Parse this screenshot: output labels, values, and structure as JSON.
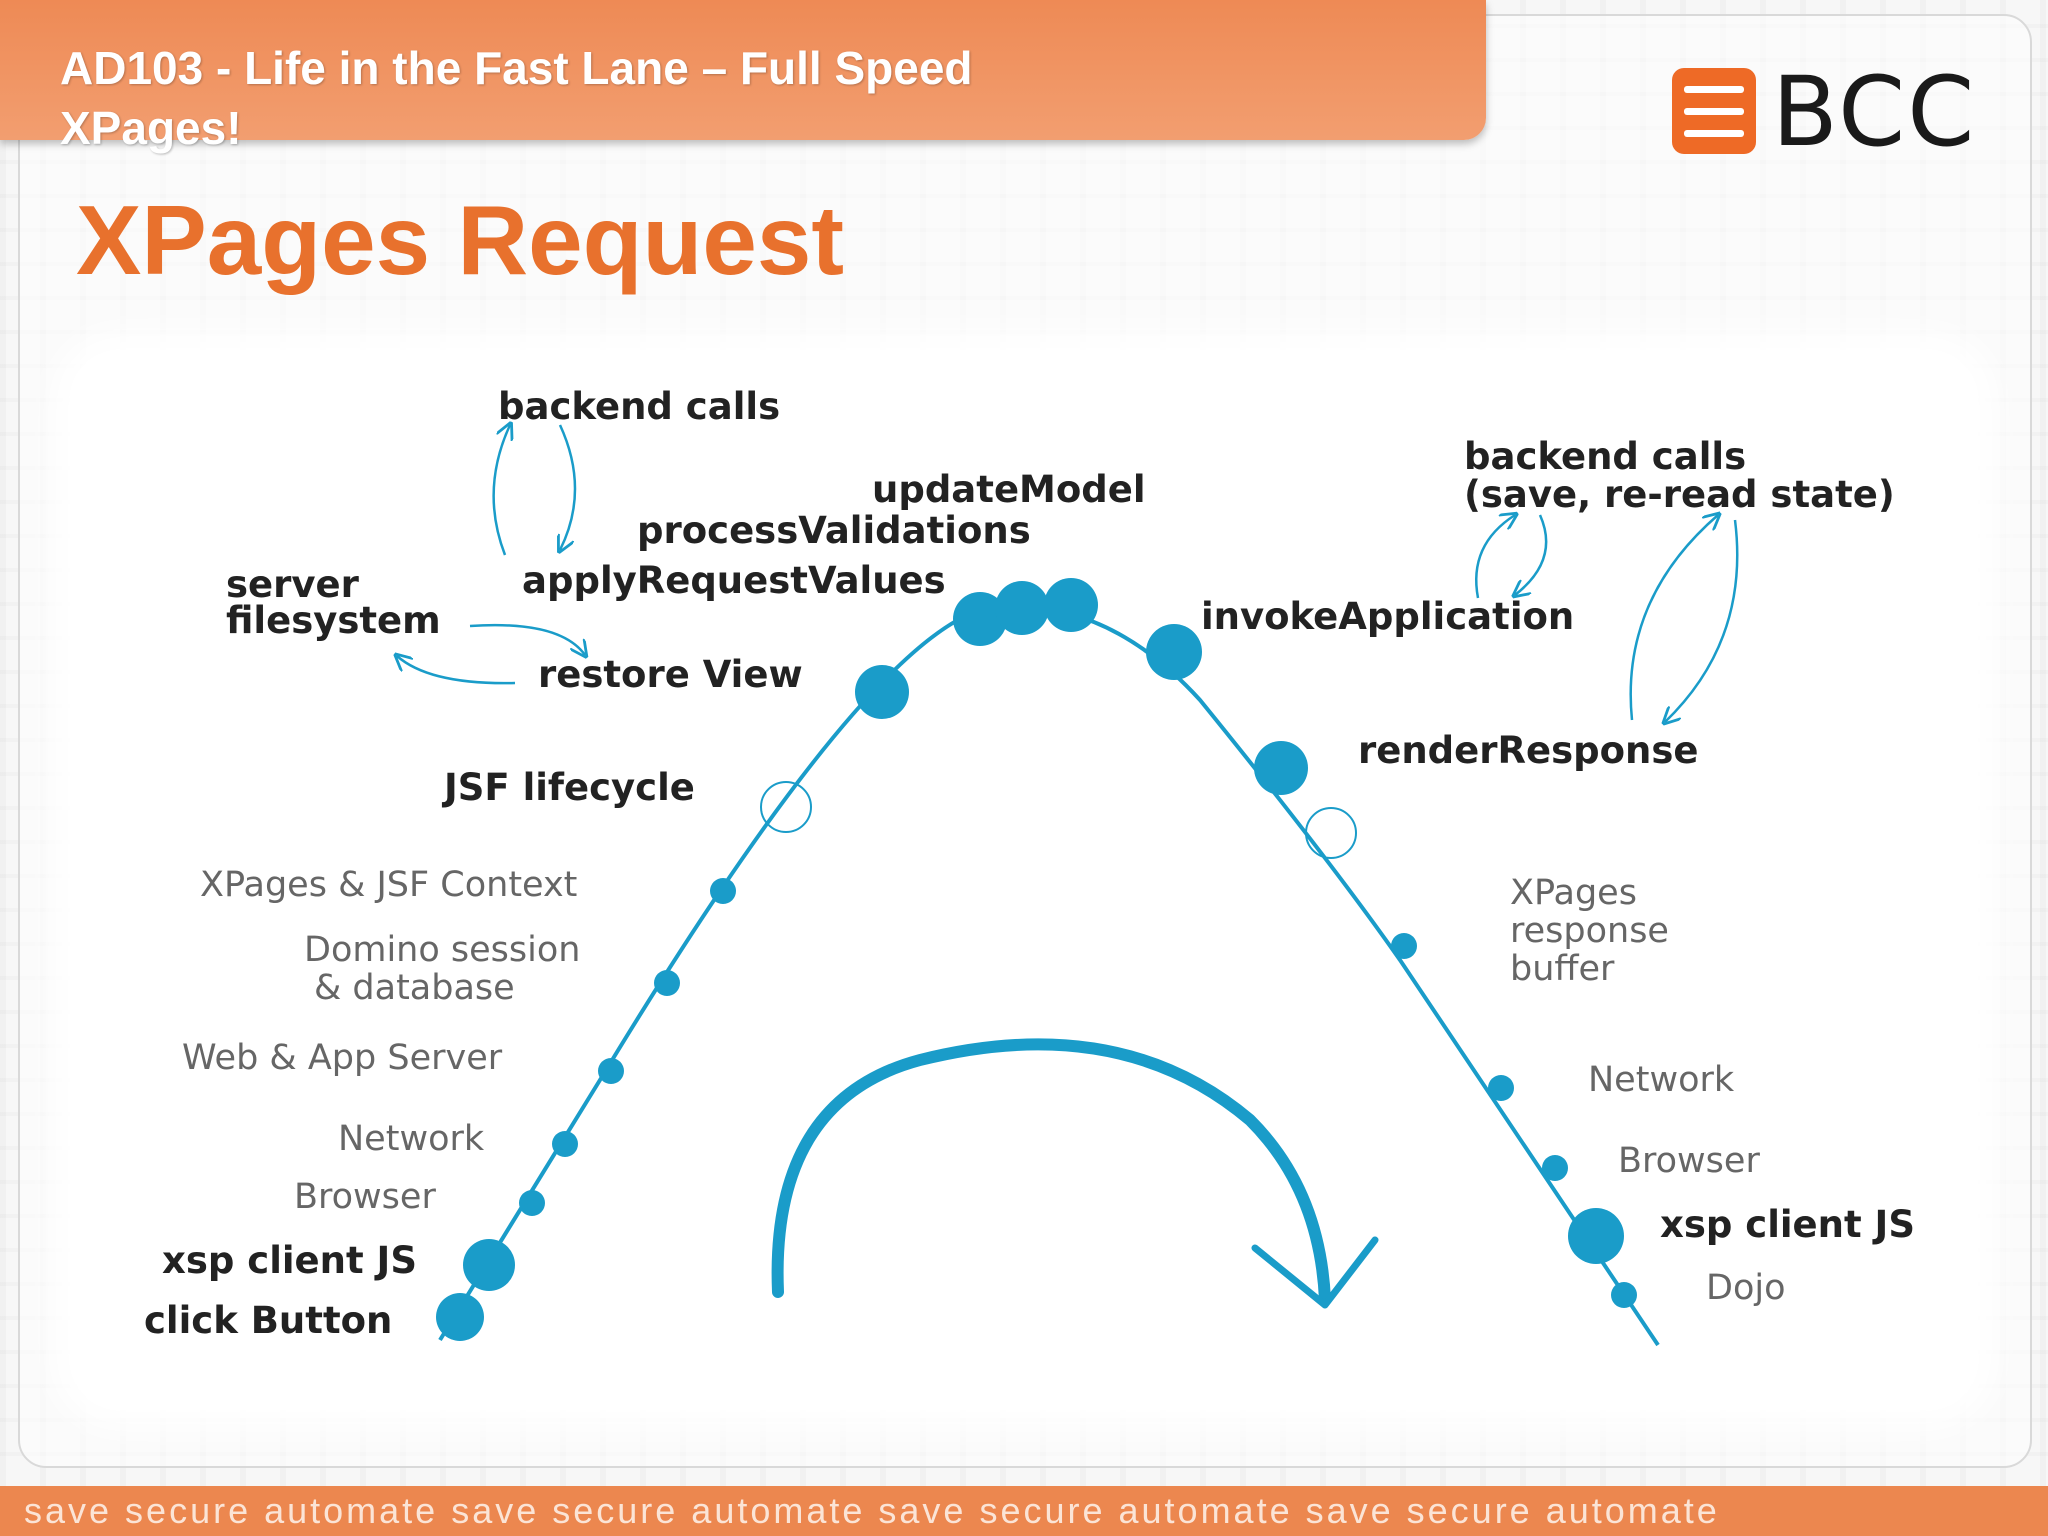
{
  "header": {
    "title": "AD103 - Life in the Fast Lane – Full Speed XPages!",
    "logo_text": "BCC"
  },
  "slide": {
    "title": "XPages Request"
  },
  "diagram": {
    "left_top": {
      "backend_calls": "backend calls",
      "server_filesystem": "server filesystem"
    },
    "phases": {
      "restore_view": "restore View",
      "apply_request_values": "applyRequestValues",
      "process_validations": "processValidations",
      "update_model": "updateModel",
      "invoke_application": "invokeApplication",
      "render_response": "renderResponse"
    },
    "right_top": {
      "backend_calls": "backend calls",
      "backend_calls_detail": "(save, re-read state)"
    },
    "left_stack": {
      "jsf_lifecycle": "JSF lifecycle",
      "xpages_jsf_context": "XPages & JSF Context",
      "domino_session": "Domino session",
      "domino_database": "& database",
      "web_app_server": "Web & App Server",
      "network": "Network",
      "browser": "Browser",
      "xsp_client_js": "xsp client JS",
      "click_button": "click Button"
    },
    "right_stack": {
      "xpages_response_1": "XPages",
      "xpages_response_2": "response",
      "xpages_response_3": "buffer",
      "network": "Network",
      "browser": "Browser",
      "xsp_client_js": "xsp client JS",
      "dojo": "Dojo"
    },
    "accent_color": "#1a9cc9"
  },
  "footer": {
    "tagline": "save secure automate save secure automate save secure automate save secure automate"
  },
  "colors": {
    "header_orange": "#ee8a55",
    "title_orange": "#e8712d",
    "line_blue": "#1a9cc9"
  }
}
